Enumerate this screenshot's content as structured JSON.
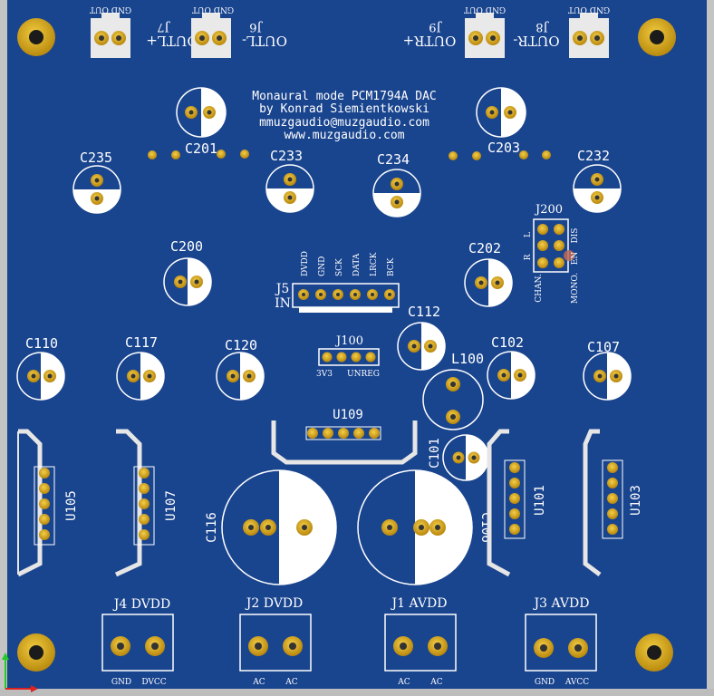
{
  "header": {
    "line1": "Monaural mode PCM1794A DAC",
    "line2": "by Konrad Siemientkowski",
    "line3": "mmuzgaudio@muzgaudio.com",
    "line4": "www.muzgaudio.com"
  },
  "outputs": [
    {
      "ref": "J7",
      "name": "OUTL+",
      "pin_label": "GND OUT"
    },
    {
      "ref": "J6",
      "name": "OUTL-",
      "pin_label": "GND OUT"
    },
    {
      "ref": "J9",
      "name": "OUTR+",
      "pin_label": "GND OUT"
    },
    {
      "ref": "J8",
      "name": "OUTR-",
      "pin_label": "GND OUT"
    }
  ],
  "capacitors": {
    "c201": "C201",
    "c203": "C203",
    "c235": "C235",
    "c233": "C233",
    "c234": "C234",
    "c232": "C232",
    "c200": "C200",
    "c202": "C202",
    "c112": "C112",
    "c110": "C110",
    "c117": "C117",
    "c120": "C120",
    "c102": "C102",
    "c107": "C107",
    "c101": "C101",
    "c116": "C116",
    "c106": "C106"
  },
  "inductor": "L100",
  "j5": {
    "ref": "J5",
    "sub": "IN",
    "pins": [
      "DVDD",
      "GND",
      "SCK",
      "DATA",
      "LRCK",
      "BCK"
    ]
  },
  "j100": {
    "ref": "J100",
    "left": "3V3",
    "right": "UNREG"
  },
  "j200": {
    "ref": "J200",
    "col_left": [
      "L",
      "R"
    ],
    "col_right": [
      "DIS",
      "EN"
    ],
    "label_chan": "CHAN.",
    "label_mono": "MONO."
  },
  "regulators": {
    "u109": "U109",
    "u105": "U105",
    "u107": "U107",
    "u101": "U101",
    "u103": "U103"
  },
  "power": [
    {
      "ref": "J4",
      "name": "DVDD",
      "pins": [
        "GND",
        "DVCC"
      ]
    },
    {
      "ref": "J2",
      "name": "DVDD",
      "pins": [
        "AC",
        "AC"
      ]
    },
    {
      "ref": "J1",
      "name": "AVDD",
      "pins": [
        "AC",
        "AC"
      ]
    },
    {
      "ref": "J3",
      "name": "AVDD",
      "pins": [
        "GND",
        "AVCC"
      ]
    }
  ],
  "colors": {
    "board": "#19448e",
    "pad": "#d7a61c",
    "silk": "#ffffff"
  }
}
